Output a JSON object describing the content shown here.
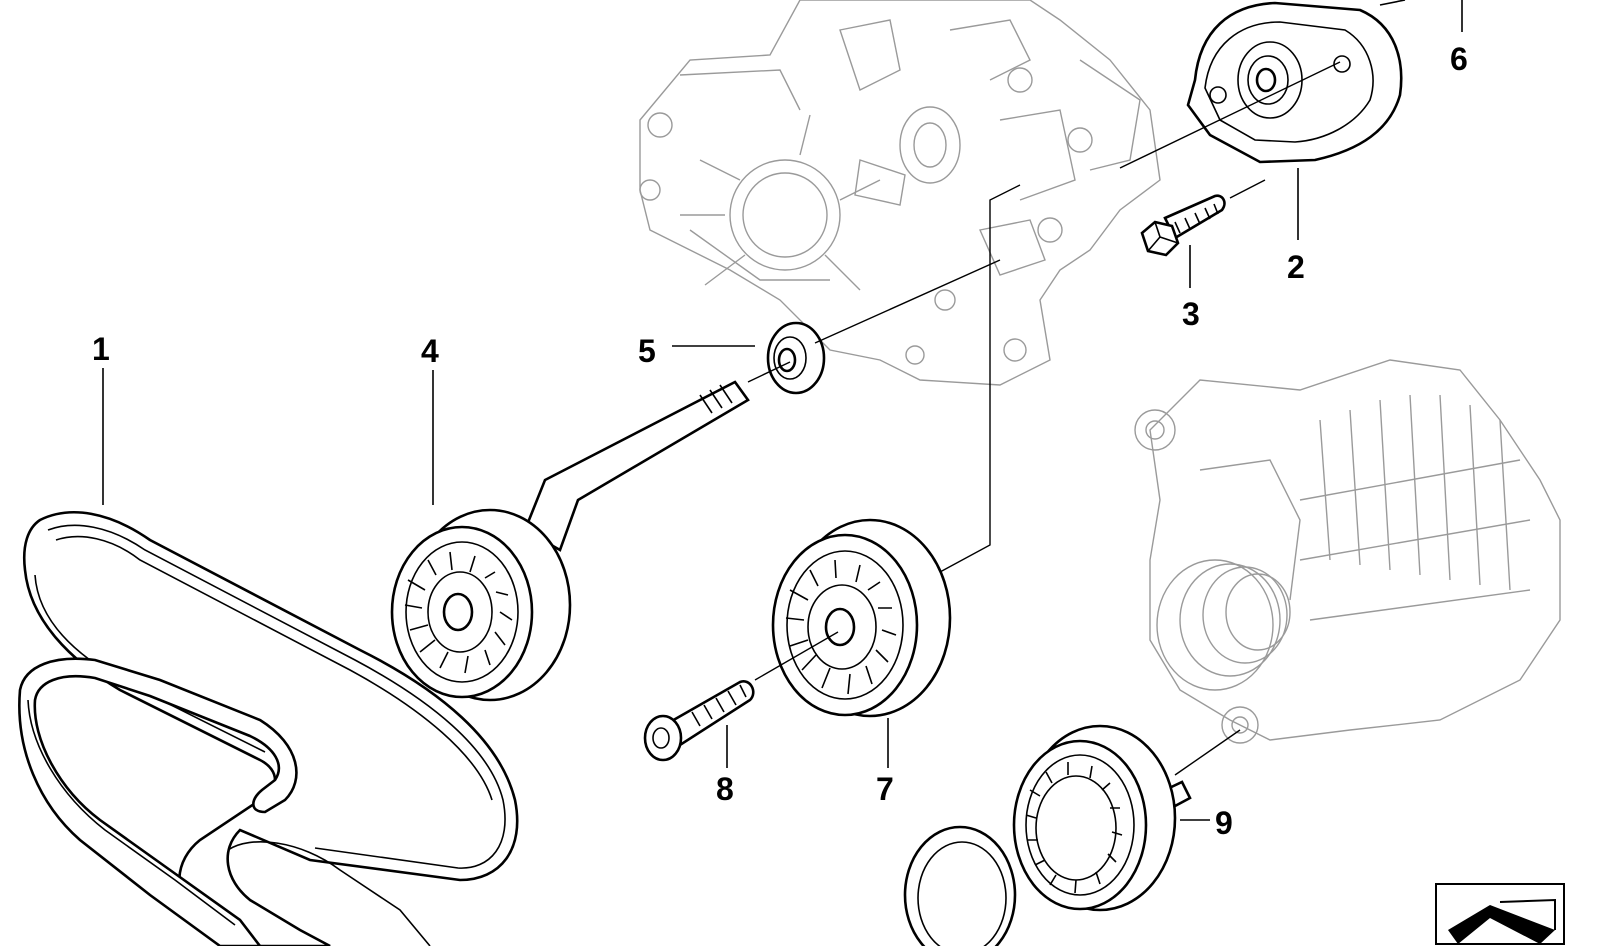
{
  "callouts": {
    "c1": "1",
    "c2": "2",
    "c3": "3",
    "c4": "4",
    "c5": "5",
    "c6": "6",
    "c7": "7",
    "c8": "8",
    "c9": "9"
  },
  "icons": {
    "corner": "folder-arrow-icon"
  },
  "colors": {
    "line": "#000000",
    "faint": "#9a9a9a",
    "background": "#ffffff"
  }
}
